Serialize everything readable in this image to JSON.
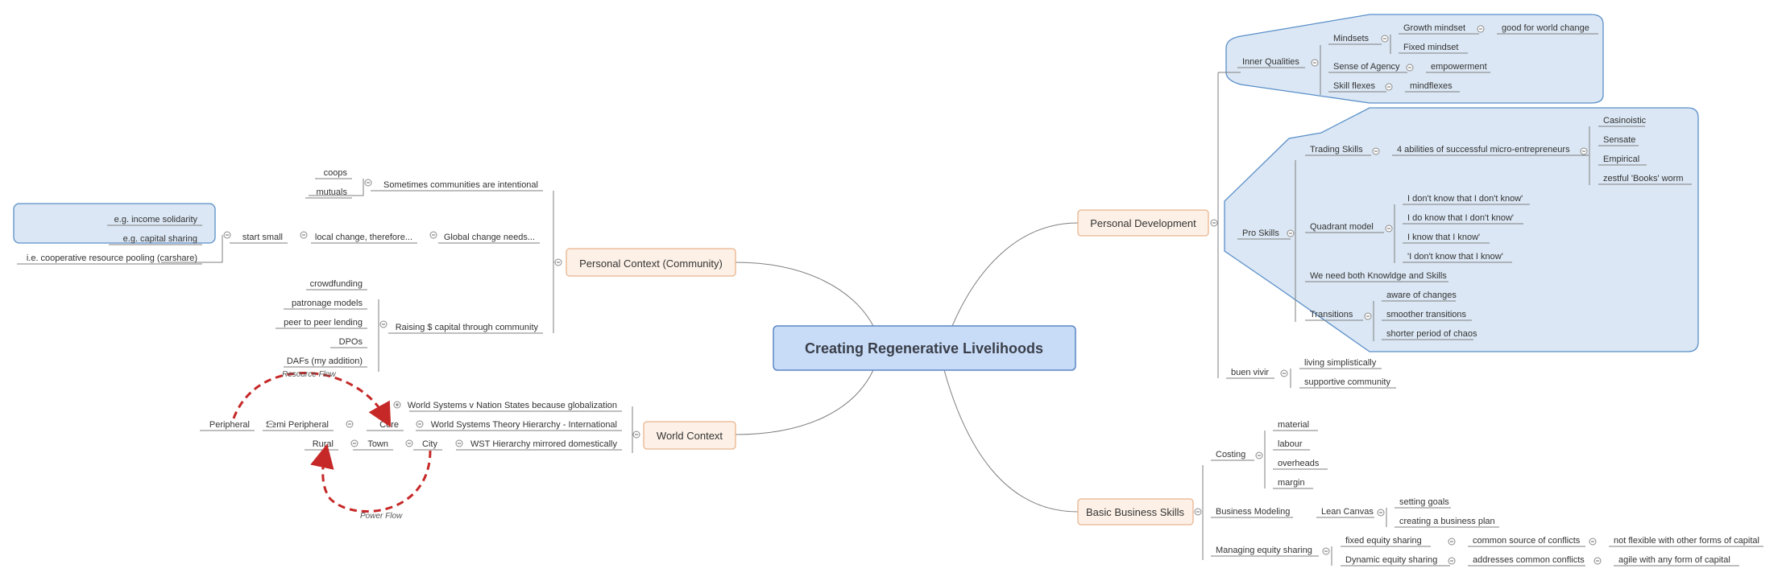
{
  "central": "Creating Regenerative Livelihoods",
  "branches": {
    "personal_context": "Personal Context (Community)",
    "world_context": "World Context",
    "personal_development": "Personal Development",
    "basic_business_skills": "Basic Business Skills"
  },
  "personal_context": {
    "intentional": {
      "label": "Sometimes communities are intentional",
      "items": [
        "coops",
        "mutuals"
      ]
    },
    "global_change": "Global change needs...",
    "local_change": "local change, therefore...",
    "start_small": "start small",
    "start_small_items": [
      "e.g. income solidarity",
      "e.g. capital sharing",
      "i.e. cooperative resource pooling (carshare)"
    ],
    "raising": {
      "label": "Raising $ capital through community",
      "items": [
        "crowdfunding",
        "patronage models",
        "peer to peer lending",
        "DPOs",
        "DAFs (my addition)"
      ]
    }
  },
  "world_context": {
    "wsvns": "World Systems v Nation States because globalization",
    "wst": "World Systems Theory Hierarchy - International",
    "core": "Core",
    "semi": "Semi Peripheral",
    "peripheral": "Peripheral",
    "wst_dom": "WST Hierarchy mirrored domestically",
    "city": "City",
    "town": "Town",
    "rural": "Rural",
    "resource_flow": "Resource Flow",
    "power_flow": "Power Flow"
  },
  "personal_development": {
    "inner": "Inner Qualities",
    "mindsets": "Mindsets",
    "growth": "Growth mindset",
    "growth_note": "good for world change",
    "fixed": "Fixed mindset",
    "agency": "Sense of Agency",
    "agency_note": "empowerment",
    "skill_flexes": "Skill flexes",
    "mindflexes": "mindflexes",
    "pro": "Pro Skills",
    "trading": "Trading Skills",
    "four_abilities": "4 abilities of successful micro-entrepreneurs",
    "abilities": [
      "Casinoistic",
      "Sensate",
      "Empirical",
      "zestful 'Books' worm"
    ],
    "quadrant": "Quadrant model",
    "quadrants": [
      "I don't know that I don't know'",
      "I do know that I don't know'",
      "I know that I know'",
      "'I don't know that I know'"
    ],
    "both": "We need both Knowldge and Skills",
    "transitions": "Transitions",
    "transition_items": [
      "aware of changes",
      "smoother transitions",
      "shorter period of chaos"
    ],
    "buen_vivir": "buen vivir",
    "buen_items": [
      "living simplistically",
      "supportive community"
    ]
  },
  "business": {
    "costing": "Costing",
    "costing_items": [
      "material",
      "labour",
      "overheads",
      "margin"
    ],
    "modeling": "Business Modeling",
    "lean": "Lean Canvas",
    "lean_items": [
      "setting goals",
      "creating a business plan"
    ],
    "equity": "Managing equity sharing",
    "fixed_equity": "fixed equity sharing",
    "fixed_conflict": "common source of conflicts",
    "fixed_flex": "not flexible with other forms of capital",
    "dynamic_equity": "Dynamic equity sharing",
    "dynamic_conflict": "addresses common conflicts",
    "dynamic_flex": "agile with any form of capital"
  },
  "colors": {
    "central_fill": "#c9dcf7",
    "central_stroke": "#5b86c5",
    "branch_fill": "#fdf1e7",
    "branch_stroke": "#e8b48e",
    "boundary_fill": "#dbe7f4",
    "boundary_stroke": "#5a8fc9",
    "line": "#7f7f7f",
    "arrow": "#c62828"
  }
}
